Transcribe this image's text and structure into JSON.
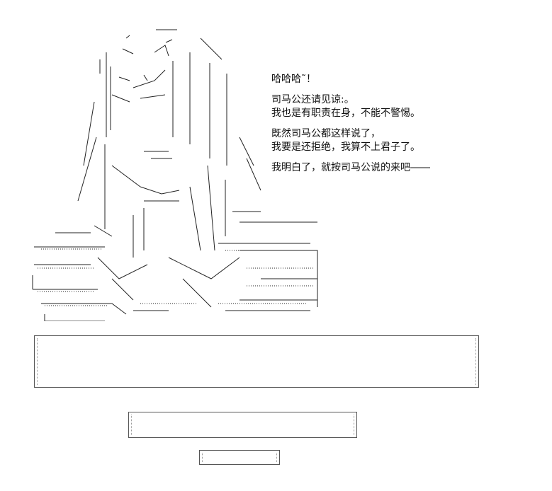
{
  "dialogue": {
    "line1": "哈哈哈˜！",
    "line2": "司马公还请见谅:。",
    "line3": "我也是有职责在身，不能不警惕。",
    "line4": "既然司马公都这样说了，",
    "line5": "我要是还拒绝，我算不上君子了。",
    "line6": "我明白了，就按司马公说的来吧――"
  },
  "art": {
    "kind": "ascii-art-figure"
  },
  "colors": {
    "ink": "#111111",
    "background": "#ffffff",
    "frame": "#555555"
  }
}
